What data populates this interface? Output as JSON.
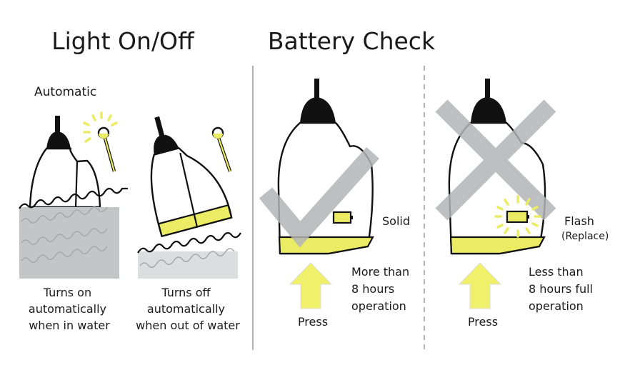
{
  "titles": {
    "light": "Light On/Off",
    "battery": "Battery Check"
  },
  "light_section": {
    "mode_label": "Automatic",
    "in_water": [
      "Turns on",
      "automatically",
      "when in water"
    ],
    "out_water": [
      "Turns off",
      "automatically",
      "when out of water"
    ]
  },
  "battery_ok": {
    "indicator": "Solid",
    "press": "Press",
    "description": [
      "More than",
      "8 hours",
      "operation"
    ]
  },
  "battery_low": {
    "indicator": "Flash",
    "indicator_note": "(Replace)",
    "press": "Press",
    "description": [
      "Less than",
      "8 hours full",
      "operation"
    ]
  },
  "colors": {
    "yellow": "#ebeb64",
    "gray_mark": "#b3b4b6",
    "water_dark": "#c4c5c7",
    "water_light": "#dcdddf"
  }
}
